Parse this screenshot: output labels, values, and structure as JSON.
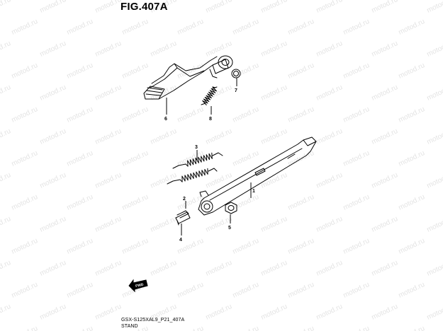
{
  "figure": {
    "title": "FIG.407A",
    "code": "GSX-S125XAL9_P21_407A",
    "name": "STAND",
    "watermark_text": "motod.ru",
    "watermark_color": "#e4e4e4"
  },
  "callouts": [
    {
      "id": "1",
      "label": "1"
    },
    {
      "id": "2",
      "label": "2"
    },
    {
      "id": "3",
      "label": "3"
    },
    {
      "id": "4",
      "label": "4"
    },
    {
      "id": "5",
      "label": "5"
    },
    {
      "id": "6",
      "label": "6"
    },
    {
      "id": "7",
      "label": "7"
    },
    {
      "id": "8",
      "label": "8"
    }
  ],
  "icons": {
    "front_arrow": "front-direction-arrow-icon"
  }
}
